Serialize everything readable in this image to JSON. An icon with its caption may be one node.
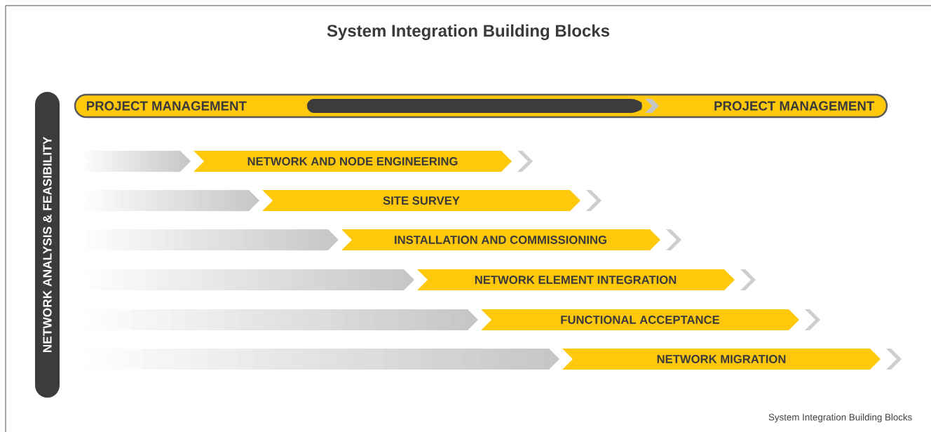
{
  "diagram": {
    "title": "System Integration Building Blocks",
    "caption": "System Integration Building Blocks",
    "nodes": [
      {
        "text": [
          "NETWORK ANALYSIS & FEASIBILITY"
        ]
      },
      {
        "text": [
          "PROJECT MANAGEMENT",
          "PROJECT MANAGEMENT"
        ]
      },
      {
        "text": [
          "NETWORK AND NODE ENGINEERING"
        ]
      },
      {
        "text": [
          "SITE SURVEY"
        ]
      },
      {
        "text": [
          "INSTALLATION AND COMMISSIONING"
        ]
      },
      {
        "text": [
          "NETWORK ELEMENT INTEGRATION"
        ]
      },
      {
        "text": [
          "FUNCTIONAL ACCEPTANCE"
        ]
      },
      {
        "text": [
          "NETWORK MIGRATION"
        ]
      }
    ]
  }
}
